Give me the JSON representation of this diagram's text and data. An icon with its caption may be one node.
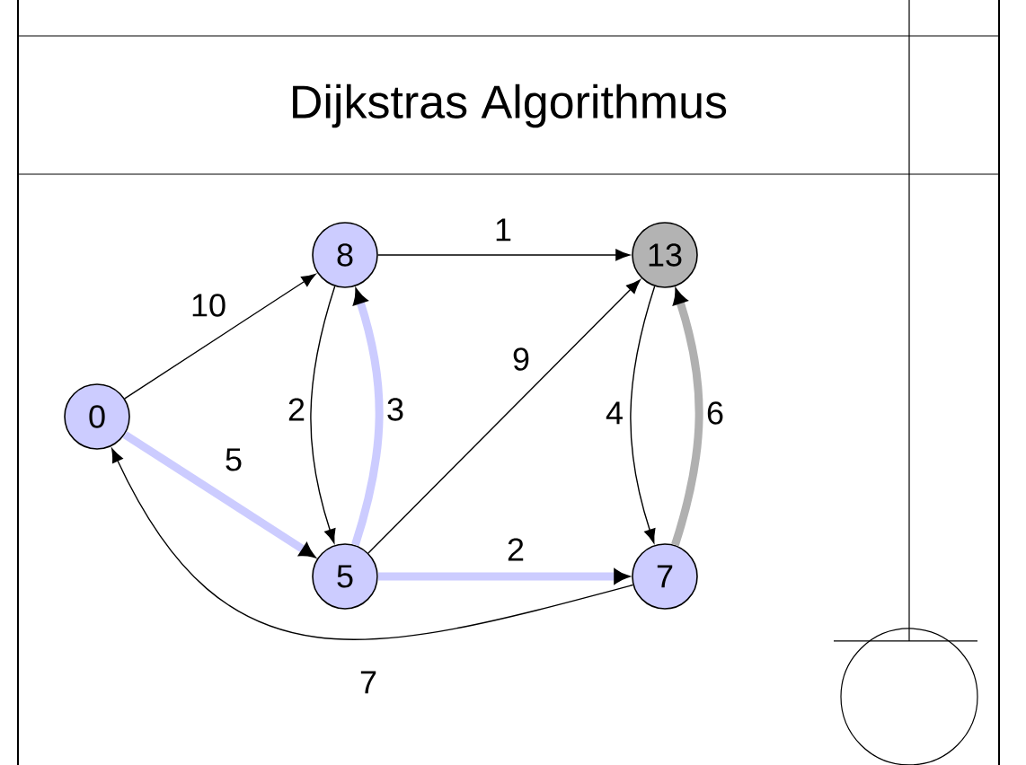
{
  "diagram": {
    "title": "Dijkstras Algorithmus",
    "nodes": [
      {
        "text": [
          "0"
        ]
      },
      {
        "text": [
          "8"
        ]
      },
      {
        "text": [
          "13"
        ]
      },
      {
        "text": [
          "5"
        ]
      },
      {
        "text": [
          "7"
        ]
      }
    ],
    "edges": [
      {
        "from": 0,
        "to": 1,
        "arrow": "to",
        "label": "10"
      },
      {
        "from": 0,
        "to": 3,
        "arrow": "to",
        "label": "5",
        "style": "thick",
        "color": "#ccccff"
      },
      {
        "from": 1,
        "to": 3,
        "arrow": "to",
        "label": "2"
      },
      {
        "from": 3,
        "to": 1,
        "arrow": "to",
        "label": "3",
        "style": "thick",
        "color": "#ccccff"
      },
      {
        "from": 1,
        "to": 2,
        "arrow": "to",
        "label": "1"
      },
      {
        "from": 3,
        "to": 2,
        "arrow": "to",
        "label": "9"
      },
      {
        "from": 2,
        "to": 4,
        "arrow": "to",
        "label": "4"
      },
      {
        "from": 4,
        "to": 2,
        "arrow": "to",
        "label": "6",
        "style": "thick",
        "color": "#b0b0b0"
      },
      {
        "from": 3,
        "to": 4,
        "arrow": "to",
        "label": "2",
        "style": "thick",
        "color": "#ccccff"
      },
      {
        "from": 4,
        "to": 0,
        "arrow": "to",
        "label": "7"
      }
    ]
  }
}
